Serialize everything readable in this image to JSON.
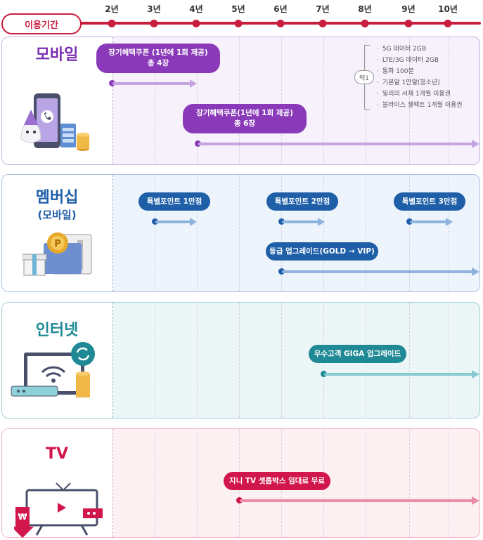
{
  "header": {
    "period_label": "이용기간",
    "years": [
      "2년",
      "3년",
      "4년",
      "5년",
      "6년",
      "7년",
      "8년",
      "9년",
      "10년"
    ]
  },
  "colors": {
    "timeline": "#c81d3f",
    "mobile": "#8a3ab9",
    "membership": "#1f5fa8",
    "internet": "#1f8a95",
    "tv": "#d1164b"
  },
  "mobile": {
    "title": "모바일",
    "icon": "smartphone-with-character-and-coins-icon",
    "badge1_line1": "장기혜택쿠폰 (1년에 1회 제공)",
    "badge1_line2": "총 4장",
    "badge2_line1": "장기혜택쿠폰(1년에 1회 제공)",
    "badge2_line2": "총 6장",
    "pick_label": "택1",
    "options": [
      "5G 데이터 2GB",
      "LTE/3G 데이터 2GB",
      "통화 100분",
      "기본알 1만알(청소년)",
      "밀리의 서재 1개월 이용권",
      "블라이스 셀렉트 1개월 이용권"
    ]
  },
  "membership": {
    "title_line1": "멤버십",
    "title_line2": "(모바일)",
    "icon": "membership-card-gift-coin-icon",
    "point1": "특별포인트 1만점",
    "point2": "특별포인트 2만점",
    "point3": "특별포인트 3만점",
    "grade": "등급 업그레이드(GOLD → VIP)"
  },
  "internet": {
    "title": "인터넷",
    "icon": "router-monitor-refresh-icon",
    "upgrade": "우수고객 GIGA 업그레이드"
  },
  "tv": {
    "title": "TV",
    "icon": "tv-settop-discount-icon",
    "rental": "지니 TV 셋톱박스 임대료 무료"
  }
}
